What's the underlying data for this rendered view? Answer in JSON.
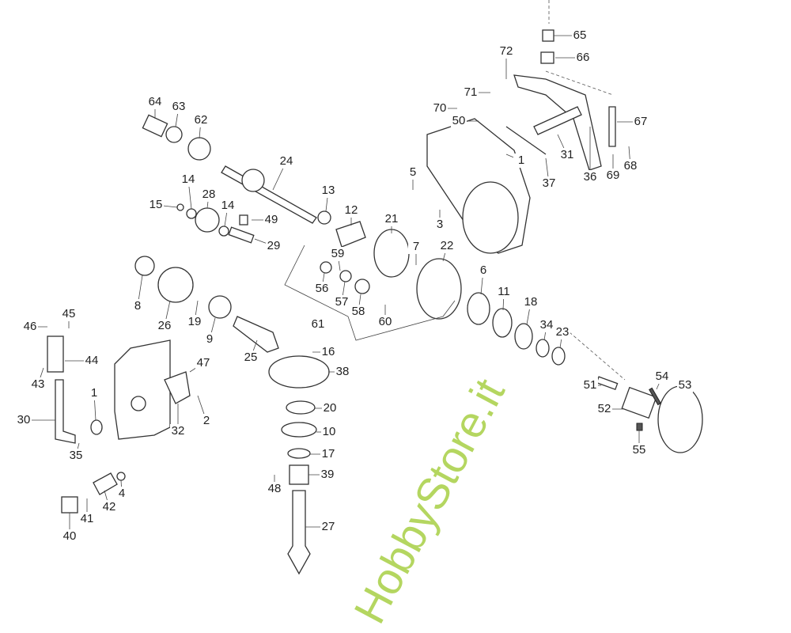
{
  "diagram": {
    "title": "Exploded parts diagram - gearbox",
    "watermark": "HobbyStore.it",
    "part_labels": [
      "65",
      "66",
      "72",
      "71",
      "70",
      "50",
      "1",
      "67",
      "31",
      "36",
      "37",
      "69",
      "68",
      "5",
      "3",
      "21",
      "22",
      "7",
      "6",
      "11",
      "18",
      "34",
      "23",
      "60",
      "61",
      "56",
      "59",
      "57",
      "58",
      "13",
      "12",
      "24",
      "64",
      "63",
      "62",
      "14",
      "15",
      "28",
      "14",
      "49",
      "29",
      "8",
      "26",
      "19",
      "9",
      "25",
      "16",
      "38",
      "20",
      "10",
      "17",
      "39",
      "48",
      "27",
      "45",
      "46",
      "44",
      "43",
      "30",
      "1",
      "47",
      "32",
      "2",
      "35",
      "4",
      "42",
      "41",
      "40",
      "51",
      "52",
      "54",
      "53",
      "55"
    ]
  }
}
